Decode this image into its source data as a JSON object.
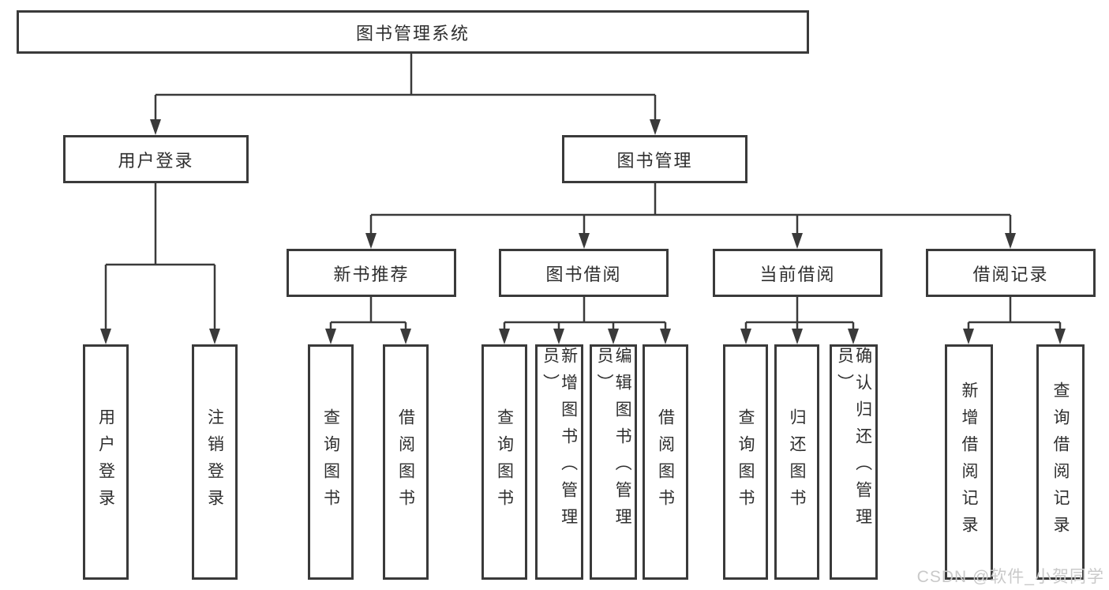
{
  "colors": {
    "line": "#3a3a3a",
    "border": "#3a3a3a",
    "text": "#2e2e2e",
    "box_background": "#ffffff",
    "page_background": "#ffffff",
    "watermark": "#c9c9c9"
  },
  "watermark": {
    "text": "CSDN @软件_小贺同学"
  },
  "tree": {
    "root": {
      "label": "图书管理系统"
    },
    "branches": [
      {
        "label": "用户登录",
        "children": [
          {
            "label": "用户登录"
          },
          {
            "label": "注销登录"
          }
        ]
      },
      {
        "label": "图书管理",
        "children": [
          {
            "label": "新书推荐",
            "children": [
              {
                "label": "查询图书"
              },
              {
                "label": "借阅图书"
              }
            ]
          },
          {
            "label": "图书借阅",
            "children": [
              {
                "label": "查询图书"
              },
              {
                "label": "新增图书（管理员）"
              },
              {
                "label": "编辑图书（管理员）"
              },
              {
                "label": "借阅图书"
              }
            ]
          },
          {
            "label": "当前借阅",
            "children": [
              {
                "label": "查询图书"
              },
              {
                "label": "归还图书"
              },
              {
                "label": "确认归还（管理员）"
              }
            ]
          },
          {
            "label": "借阅记录",
            "children": [
              {
                "label": "新增借阅记录"
              },
              {
                "label": "查询借阅记录"
              }
            ]
          }
        ]
      }
    ]
  }
}
